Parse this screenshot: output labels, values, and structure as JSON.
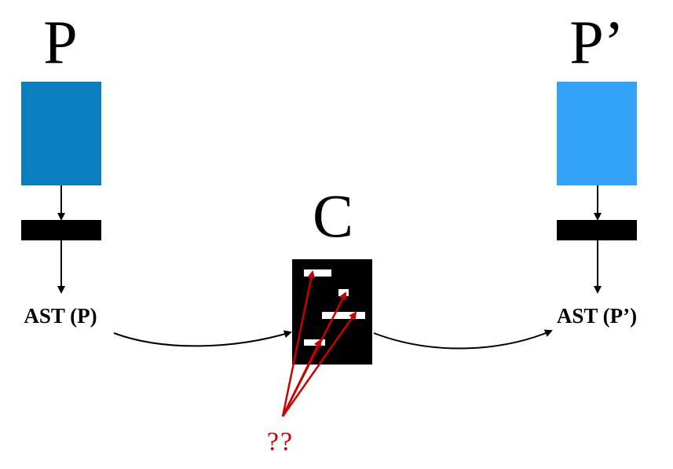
{
  "diagram": {
    "left": {
      "title": "P",
      "ast_label": "AST (P)",
      "box_color": "#0a7fbf"
    },
    "right": {
      "title": "P’",
      "ast_label": "AST (P’)",
      "box_color": "#33a3f7"
    },
    "center": {
      "title": "C",
      "box_color": "#000000",
      "highlight_color": "#ffffff"
    },
    "unknown_label": "??",
    "arrow_color": "#000000",
    "question_arrow_color": "#cc0000"
  }
}
